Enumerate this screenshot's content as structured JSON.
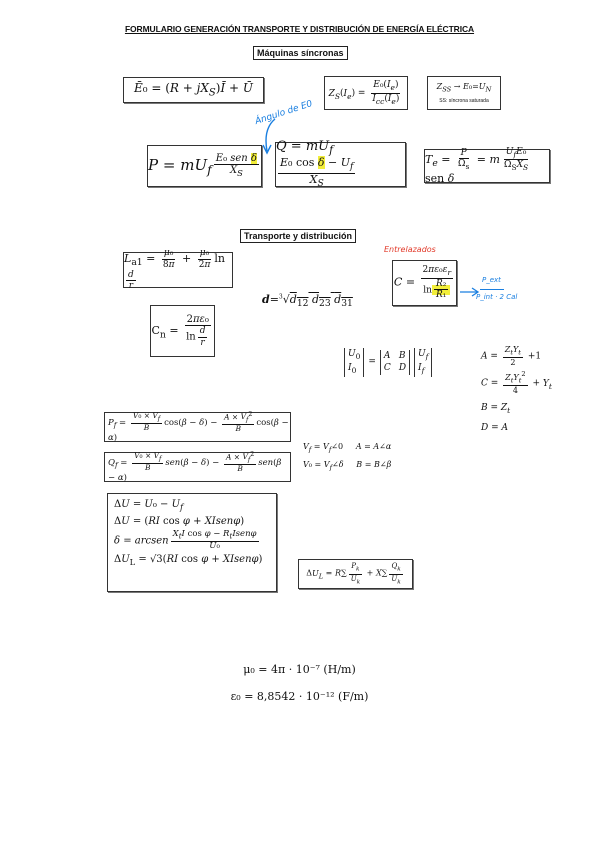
{
  "title": "FORMULARIO GENERACIÓN TRANSPORTE Y DISTRIBUCIÓN DE ENERGÍA ELÉCTRICA",
  "sections": {
    "sync": "Máquinas síncronas",
    "transport": "Transporte y distribución"
  },
  "annotations": {
    "angle": "Ángulo de E0",
    "stranded": "Entrelazados",
    "right1": "P_ext",
    "right2": "P_int · 2 Cal"
  },
  "ss_note": "SS: síncrona saturada",
  "constants": {
    "mu0": "μ₀ = 4π · 10⁻⁷   (H/m)",
    "eps0": "ε₀ = 8,8542 · 10⁻¹²   (F/m)"
  },
  "accent_colors": {
    "highlight": "#f2ee3a",
    "annotation_blue": "#1a7fe0",
    "annotation_red": "#e23a2a"
  }
}
